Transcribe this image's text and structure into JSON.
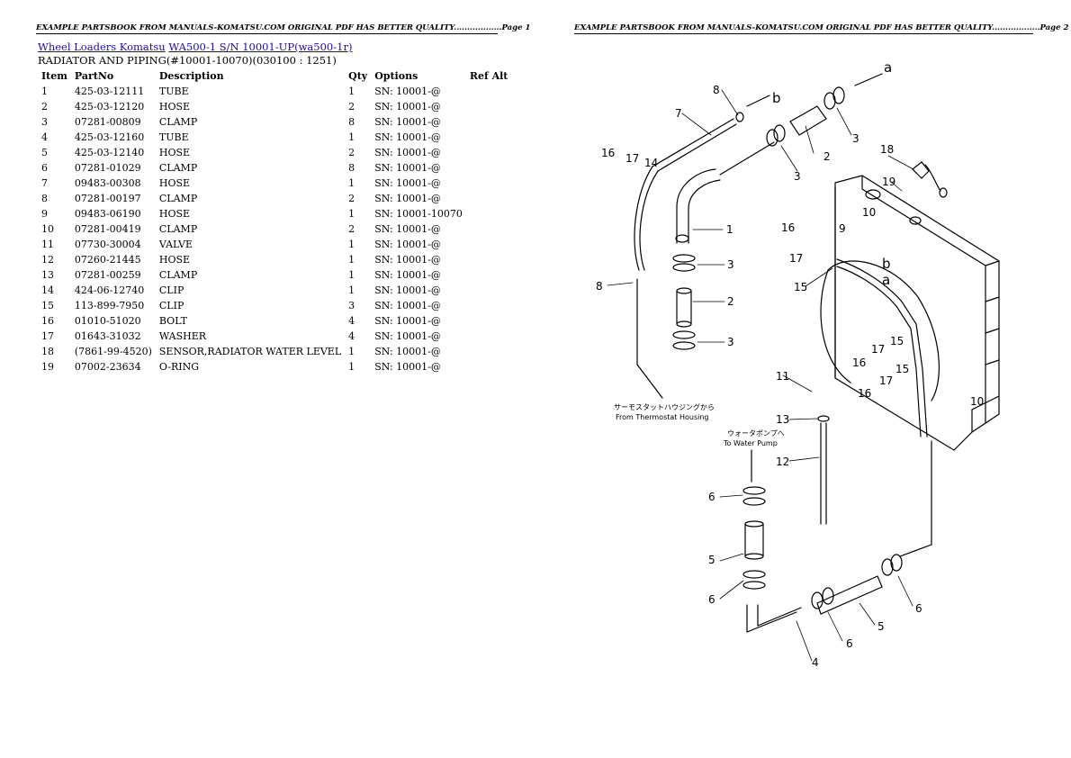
{
  "header": {
    "left": "EXAMPLE PARTSBOOK FROM MANUALS-KOMATSU.COM ORIGINAL PDF HAS BETTER QUALITY..................Page 1",
    "right": "EXAMPLE PARTSBOOK FROM MANUALS-KOMATSU.COM ORIGINAL PDF HAS BETTER QUALITY..................Page 2"
  },
  "breadcrumb": {
    "link1": "Wheel Loaders Komatsu",
    "link2": "WA500-1 S/N 10001-UP(wa500-1r)"
  },
  "subtitle": "RADIATOR AND PIPING(#10001-10070)(030100 : 1251)",
  "table": {
    "columns": [
      "Item",
      "PartNo",
      "Description",
      "Qty",
      "Options",
      "Ref Alt"
    ],
    "rows": [
      [
        "1",
        "425-03-12111",
        "TUBE",
        "1",
        "SN: 10001-@"
      ],
      [
        "2",
        "425-03-12120",
        "HOSE",
        "2",
        "SN: 10001-@"
      ],
      [
        "3",
        "07281-00809",
        "CLAMP",
        "8",
        "SN: 10001-@"
      ],
      [
        "4",
        "425-03-12160",
        "TUBE",
        "1",
        "SN: 10001-@"
      ],
      [
        "5",
        "425-03-12140",
        "HOSE",
        "2",
        "SN: 10001-@"
      ],
      [
        "6",
        "07281-01029",
        "CLAMP",
        "8",
        "SN: 10001-@"
      ],
      [
        "7",
        "09483-00308",
        "HOSE",
        "1",
        "SN: 10001-@"
      ],
      [
        "8",
        "07281-00197",
        "CLAMP",
        "2",
        "SN: 10001-@"
      ],
      [
        "9",
        "09483-06190",
        "HOSE",
        "1",
        "SN: 10001-10070"
      ],
      [
        "10",
        "07281-00419",
        "CLAMP",
        "2",
        "SN: 10001-@"
      ],
      [
        "11",
        "07730-30004",
        "VALVE",
        "1",
        "SN: 10001-@"
      ],
      [
        "12",
        "07260-21445",
        "HOSE",
        "1",
        "SN: 10001-@"
      ],
      [
        "13",
        "07281-00259",
        "CLAMP",
        "1",
        "SN: 10001-@"
      ],
      [
        "14",
        "424-06-12740",
        "CLIP",
        "1",
        "SN: 10001-@"
      ],
      [
        "15",
        "113-899-7950",
        "CLIP",
        "3",
        "SN: 10001-@"
      ],
      [
        "16",
        "01010-51020",
        "BOLT",
        "4",
        "SN: 10001-@"
      ],
      [
        "17",
        "01643-31032",
        "WASHER",
        "4",
        "SN: 10001-@"
      ],
      [
        "18",
        "(7861-99-4520)",
        "SENSOR,RADIATOR WATER LEVEL",
        "1",
        "SN: 10001-@"
      ],
      [
        "19",
        "07002-23634",
        "O-RING",
        "1",
        "SN: 10001-@"
      ]
    ]
  },
  "diagram": {
    "callouts": {
      "c1": "1",
      "c2": "2",
      "c3": "3",
      "c4": "4",
      "c5": "5",
      "c6": "6",
      "c7": "7",
      "c8": "8",
      "c9": "9",
      "c10": "10",
      "c11": "11",
      "c12": "12",
      "c13": "13",
      "c14": "14",
      "c15": "15",
      "c16": "16",
      "c17": "17",
      "c18": "18",
      "c19": "19",
      "ca": "a",
      "cb": "b"
    },
    "thermostat_jp": "サーモスタットハウジングから",
    "thermostat_en": "From Thermostat Housing",
    "pump_jp": "ウォータポンプへ",
    "pump_en": "To Water Pump"
  }
}
